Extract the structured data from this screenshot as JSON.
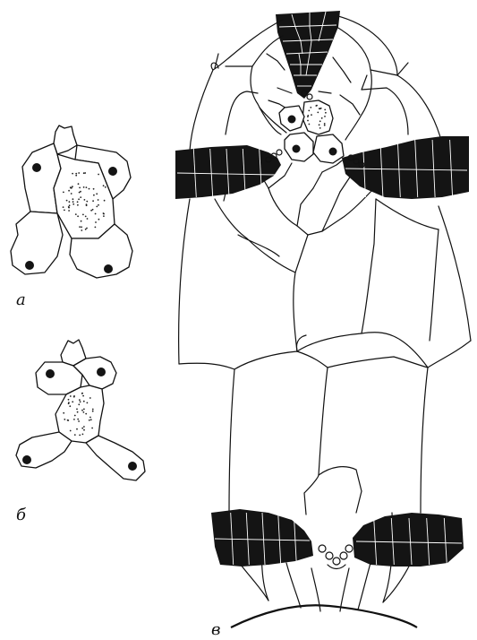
{
  "figure": {
    "labels": {
      "a": "a",
      "b": "б",
      "c": "в"
    },
    "colors": {
      "ink": "#111111",
      "dark_cells": "#141414",
      "background": "#ffffff"
    }
  }
}
